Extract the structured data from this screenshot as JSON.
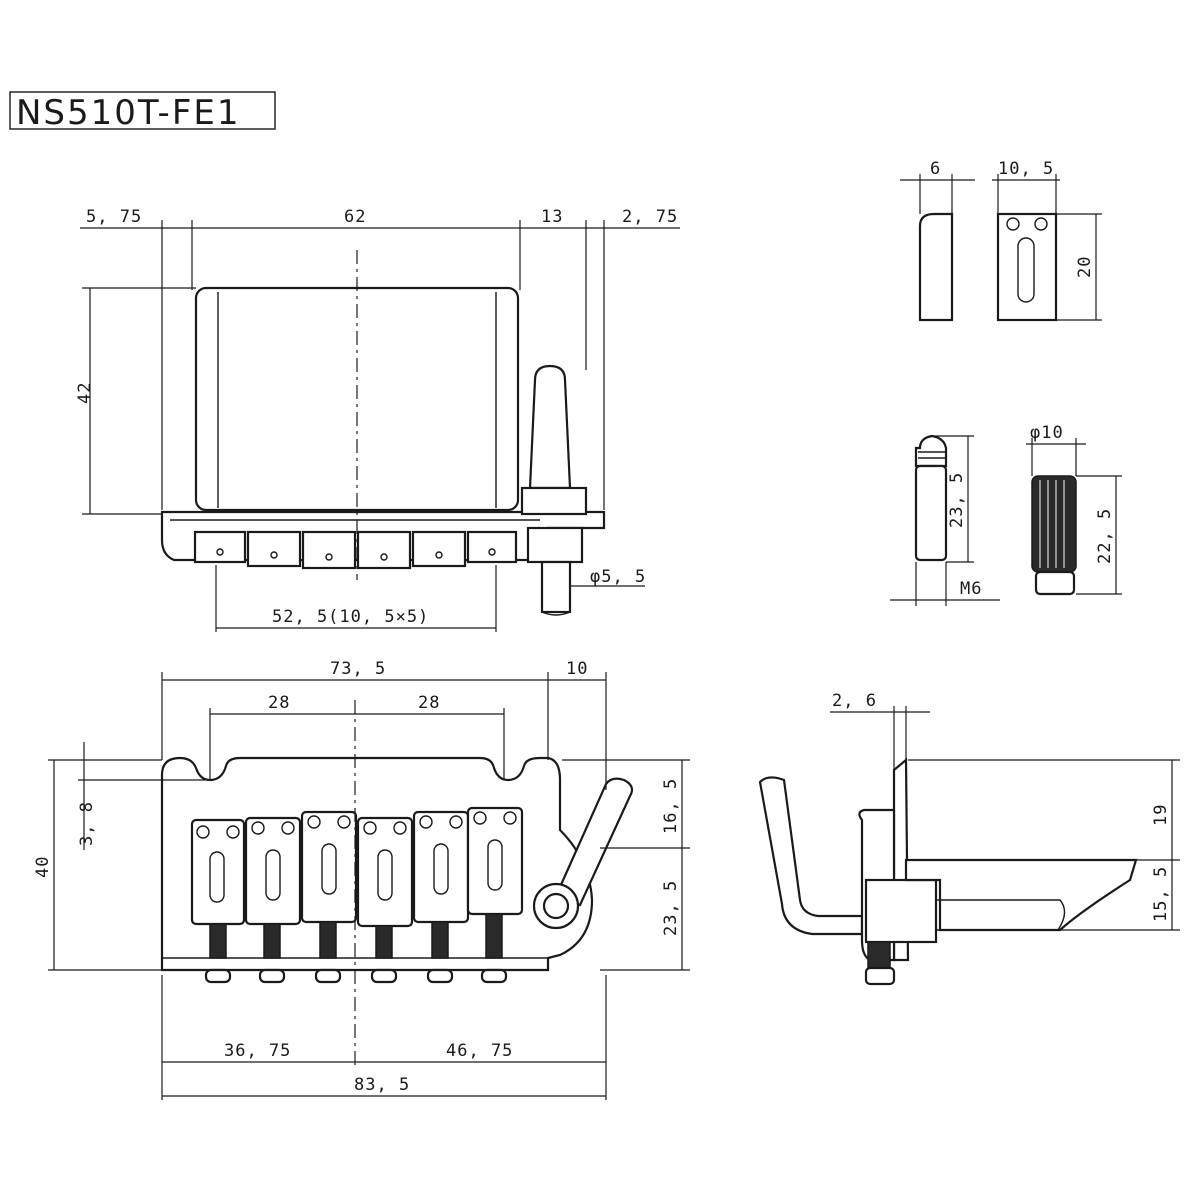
{
  "model": "NS510T-FE1",
  "top_view": {
    "dims": {
      "left_offset": "5, 75",
      "plate_width": "62",
      "arm_offset": "13",
      "right_offset": "2, 75",
      "height": "42",
      "saddle_span": "52, 5(10, 5×5)",
      "arm_dia": "φ5, 5"
    }
  },
  "front_view": {
    "dims": {
      "overall_top": "73, 5",
      "arm_gap": "10",
      "screw_left": "28",
      "screw_right": "28",
      "height": "40",
      "notch": "3, 8",
      "upper_right": "16, 5",
      "lower_right": "23, 5",
      "base_left": "36, 75",
      "base_right": "46, 75",
      "overall_bottom": "83, 5"
    }
  },
  "side_view": {
    "dims": {
      "plate_thickness": "2, 6",
      "upper": "19",
      "lower": "15, 5"
    }
  },
  "block_detail": {
    "dims": {
      "thickness": "6",
      "width": "10, 5",
      "height": "20"
    }
  },
  "pin_detail": {
    "dims": {
      "length": "23, 5",
      "thread": "M6"
    }
  },
  "knob_detail": {
    "dims": {
      "dia": "φ10",
      "length": "22, 5"
    }
  }
}
